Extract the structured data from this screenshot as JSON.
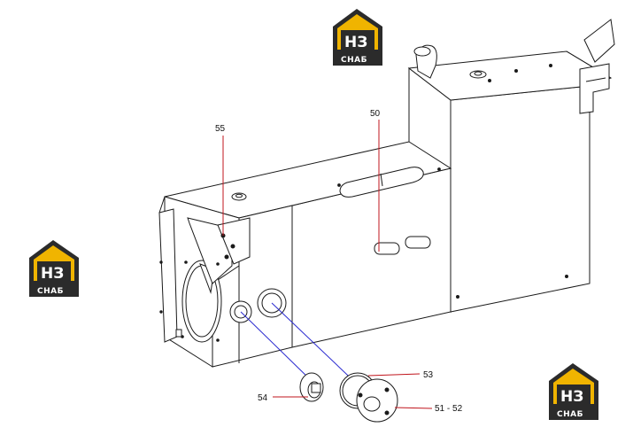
{
  "callouts": [
    {
      "id": "c50",
      "label": "50"
    },
    {
      "id": "c55",
      "label": "55"
    },
    {
      "id": "c53",
      "label": "53"
    },
    {
      "id": "c54",
      "label": "54"
    },
    {
      "id": "c5152",
      "label": "51 - 52"
    }
  ],
  "logos": [
    {
      "main": "НЗ",
      "sub": "СНАБ"
    },
    {
      "main": "НЗ",
      "sub": "СНАБ"
    },
    {
      "main": "НЗ",
      "sub": "СНАБ"
    }
  ],
  "colors": {
    "line": "#1a1a1a",
    "leader": "#c0141c",
    "assembly_line": "#2a2ad0",
    "logo_dark": "#2b2b2b",
    "logo_accent": "#f0b400"
  }
}
